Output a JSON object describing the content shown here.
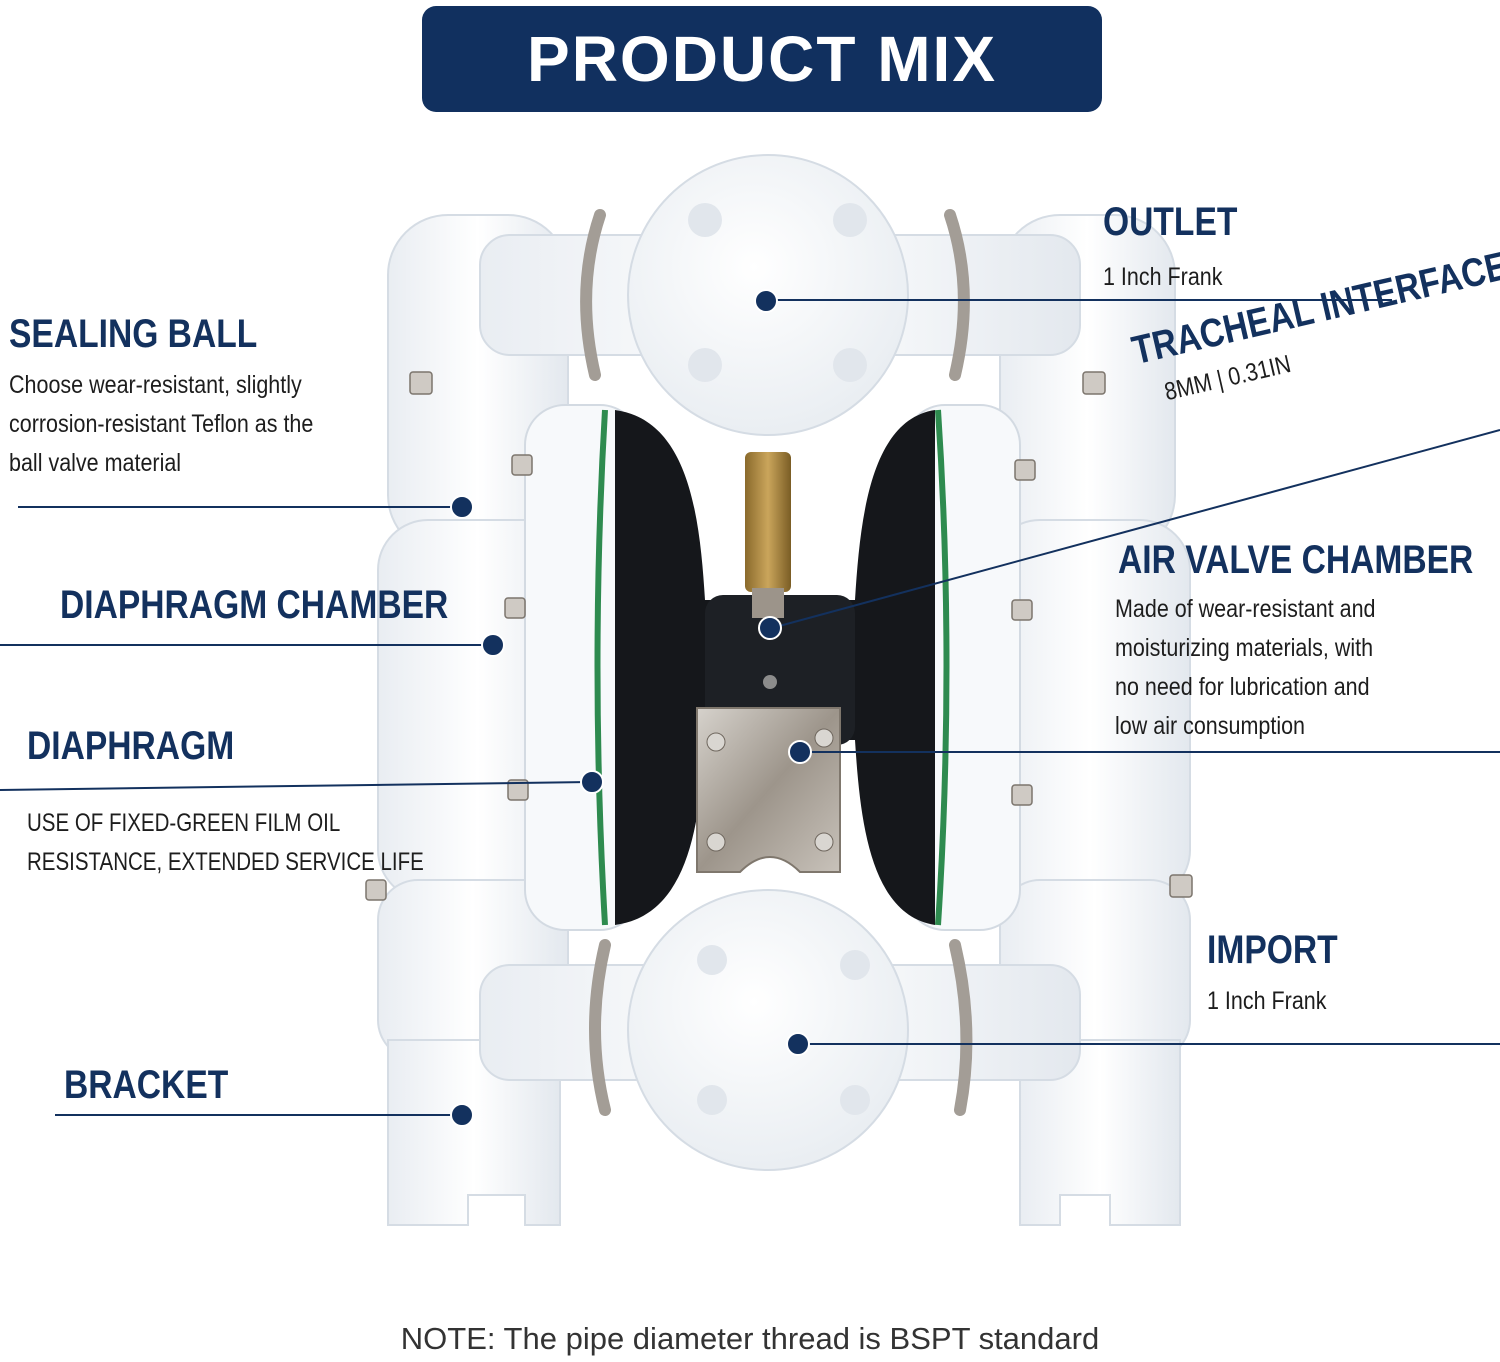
{
  "banner": {
    "title": "PRODUCT MIX"
  },
  "colors": {
    "navy": "#11305f",
    "leader": "#13315e",
    "pump_body": "#ffffff",
    "pump_shadow": "#dde3ea",
    "diaphragm_ring": "#2e8b4f",
    "metal": "#a9a9a9"
  },
  "labels": {
    "outlet": {
      "title": "OUTLET",
      "desc": "1 Inch Frank"
    },
    "sealing_ball": {
      "title": "SEALING BALL",
      "desc": [
        "Choose wear-resistant, slightly",
        "corrosion-resistant Teflon as the",
        "ball valve material"
      ]
    },
    "tracheal_interface": {
      "title": "TRACHEAL INTERFACE",
      "desc": "8MM | 0.31IN"
    },
    "air_valve_chamber": {
      "title": "AIR VALVE CHAMBER",
      "desc": [
        "Made of wear-resistant and",
        "moisturizing materials, with",
        "no need for lubrication and",
        "low air consumption"
      ]
    },
    "diaphragm_chamber": {
      "title": "DIAPHRAGM CHAMBER"
    },
    "diaphragm": {
      "title": "DIAPHRAGM",
      "desc": [
        "USE OF FIXED-GREEN FILM OIL",
        "RESISTANCE, EXTENDED SERVICE LIFE"
      ]
    },
    "import": {
      "title": "IMPORT",
      "desc": "1 Inch Frank"
    },
    "bracket": {
      "title": "BRACKET"
    }
  },
  "note": "NOTE: The pipe diameter thread is BSPT standard"
}
